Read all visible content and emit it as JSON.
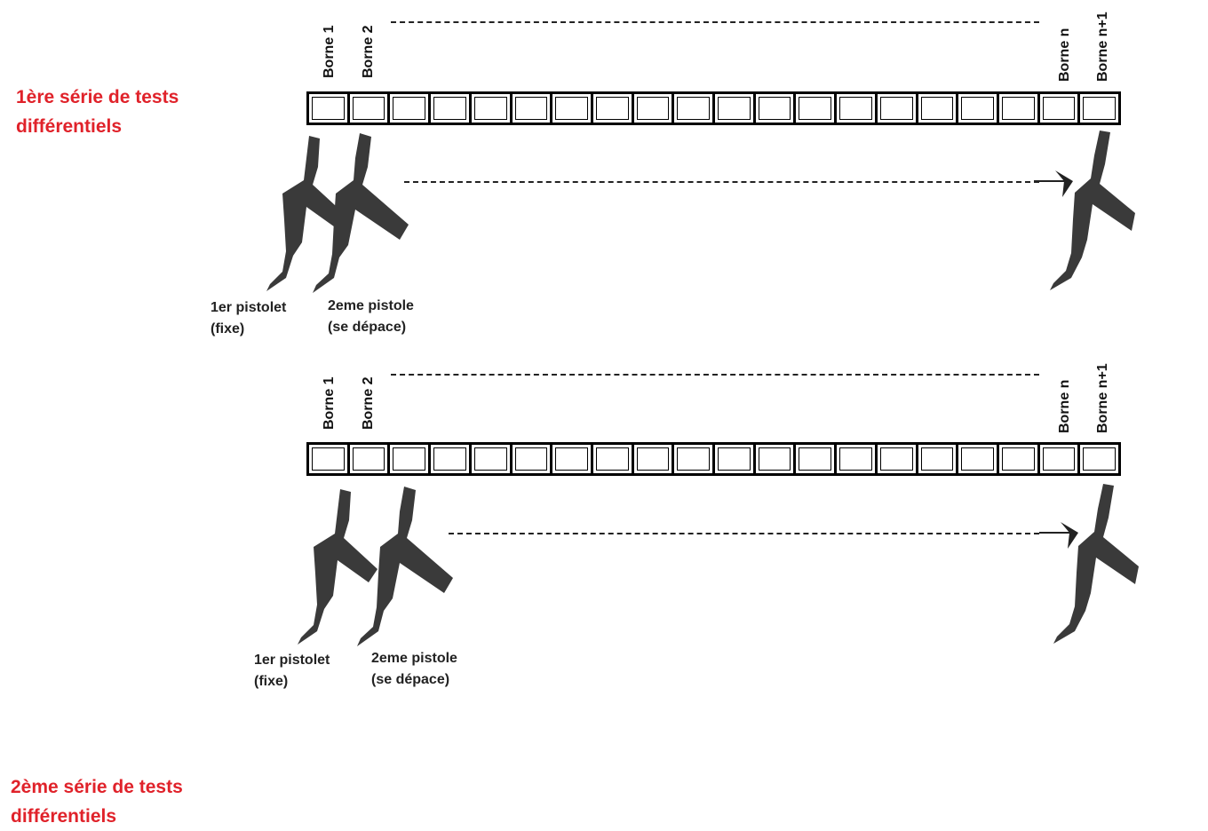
{
  "series": [
    {
      "title_line1": "1ère série de tests",
      "title_line2": "différentiels",
      "borne_labels": [
        "Borne 1",
        "Borne 2",
        "Borne n",
        "Borne n+1"
      ],
      "cell_count": 20,
      "gun1_label_line1": "1er pistolet",
      "gun1_label_line2": "(fixe)",
      "gun2_label_line1": "2eme pistole",
      "gun2_label_line2": "(se dépace)"
    },
    {
      "title_line1": "2ème série de tests",
      "title_line2": "différentiels",
      "borne_labels": [
        "Borne 1",
        "Borne 2",
        "Borne n",
        "Borne n+1"
      ],
      "cell_count": 20,
      "gun1_label_line1": "1er pistolet",
      "gun1_label_line2": "(fixe)",
      "gun2_label_line1": "2eme pistole",
      "gun2_label_line2": "(se dépace)"
    }
  ],
  "colors": {
    "title": "#e0222a",
    "gun": "#3a3a3a",
    "line": "#000000"
  }
}
